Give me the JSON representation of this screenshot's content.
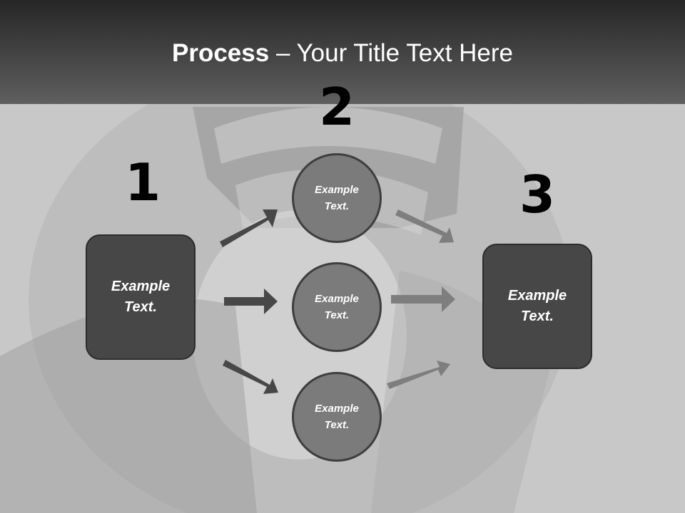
{
  "slide": {
    "title_bold": "Process",
    "title_rest": " – Your Title Text Here"
  },
  "steps": [
    {
      "number": "1",
      "label": "Example Text."
    },
    {
      "number": "2",
      "labels": [
        "Example Text.",
        "Example Text.",
        "Example Text."
      ]
    },
    {
      "number": "3",
      "label": "Example Text."
    }
  ],
  "colors": {
    "header": "#3a3a3a",
    "background": "#c8c8c8",
    "box_fill": "#474747",
    "circle_fill": "#7b7b7b",
    "dark_arrow": "#474747",
    "light_arrow": "#7e7e7e"
  }
}
